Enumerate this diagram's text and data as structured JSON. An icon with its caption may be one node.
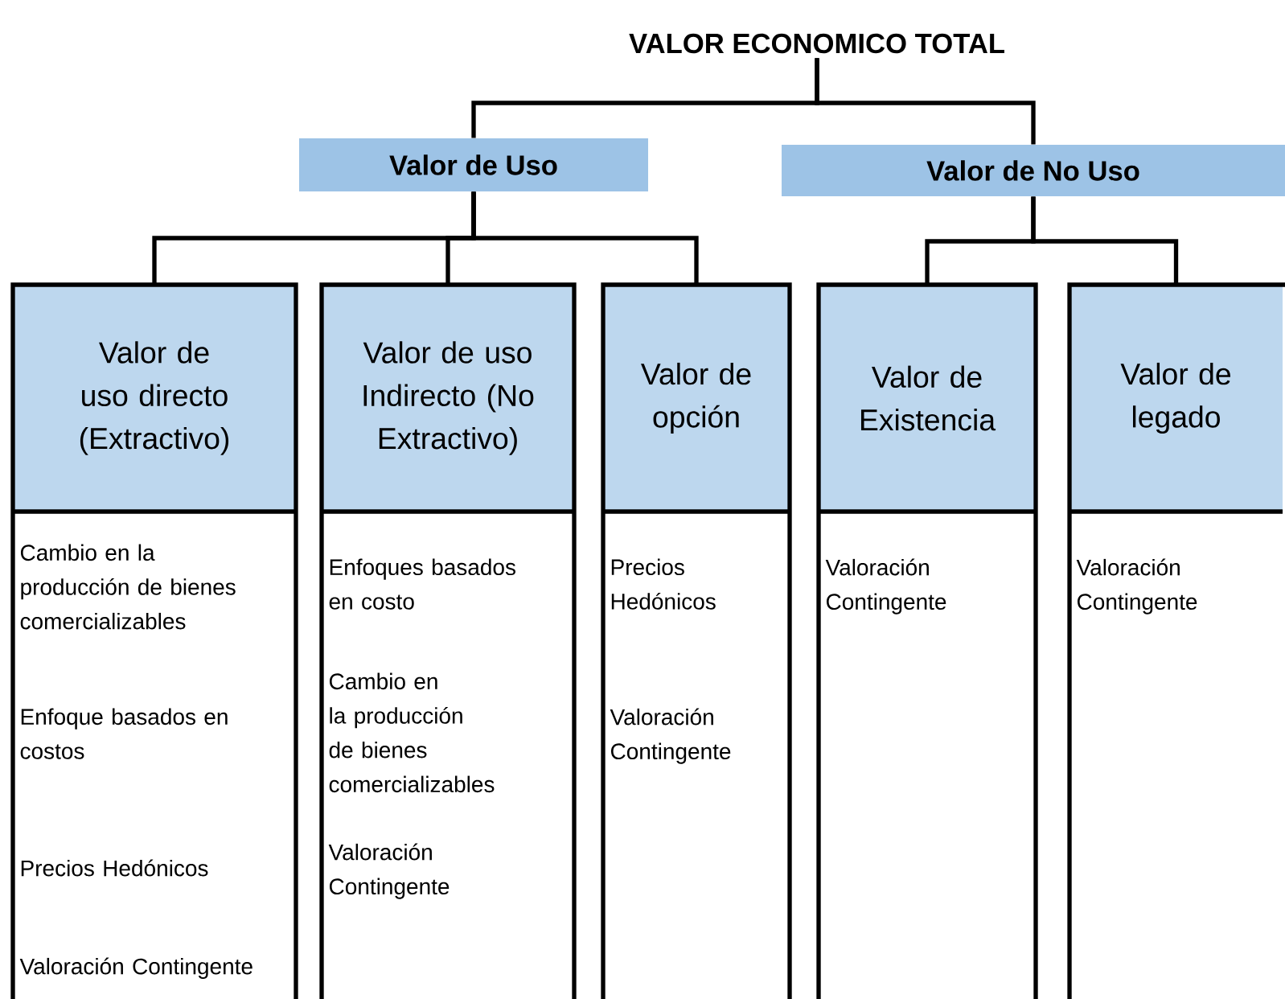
{
  "diagram": {
    "nodes": [
      {
        "text": [
          "VALOR ECONOMICO TOTAL"
        ]
      },
      {
        "text": [
          "Valor de Uso"
        ]
      },
      {
        "text": [
          "Valor de No Uso"
        ]
      },
      {
        "text": [
          "Valor de uso directo (Extractivo)",
          "Cambio en la producción de bienes comercializables",
          "Enfoque basados en costos",
          "Precios Hedónicos",
          "Valoración Contingente"
        ]
      },
      {
        "text": [
          "Valor de uso Indirecto (No Extractivo)",
          "Enfoques basados en costo",
          "Cambio en la producción de bienes comercializables",
          "Valoración Contingente"
        ]
      },
      {
        "text": [
          "Valor de opción",
          "Precios Hedónicos",
          "Valoración Contingente"
        ]
      },
      {
        "text": [
          "Valor de Existencia",
          "Valoración Contingente"
        ]
      },
      {
        "text": [
          "Valor de legado",
          "Valoración Contingente"
        ]
      }
    ],
    "edges": [
      {
        "from": 0,
        "to": 1,
        "arrow": "none"
      },
      {
        "from": 0,
        "to": 2,
        "arrow": "none"
      },
      {
        "from": 1,
        "to": 3,
        "arrow": "none"
      },
      {
        "from": 1,
        "to": 4,
        "arrow": "none"
      },
      {
        "from": 1,
        "to": 5,
        "arrow": "none"
      },
      {
        "from": 2,
        "to": 6,
        "arrow": "none"
      },
      {
        "from": 2,
        "to": 7,
        "arrow": "none"
      }
    ]
  }
}
